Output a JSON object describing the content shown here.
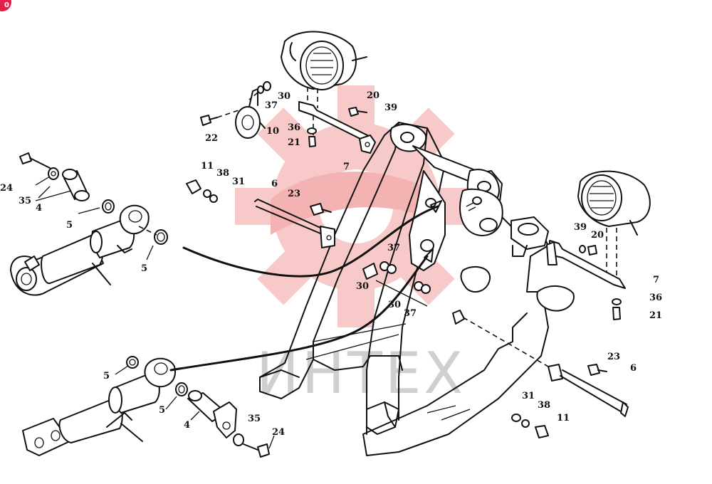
{
  "watermark": {
    "text": "ИНТЕХ",
    "logo_color": "#f7c9c9",
    "text_color": "#cfcfcf"
  },
  "badge": {
    "text": "0",
    "color": "#e0224a"
  },
  "callouts": [
    "24",
    "35",
    "4",
    "5",
    "5",
    "5",
    "5",
    "35",
    "24",
    "4",
    "22",
    "10",
    "37",
    "30",
    "11",
    "38",
    "31",
    "6",
    "23",
    "20",
    "39",
    "36",
    "21",
    "7",
    "37",
    "30",
    "30",
    "37",
    "39",
    "20",
    "7",
    "36",
    "21",
    "23",
    "6",
    "31",
    "38",
    "11"
  ]
}
